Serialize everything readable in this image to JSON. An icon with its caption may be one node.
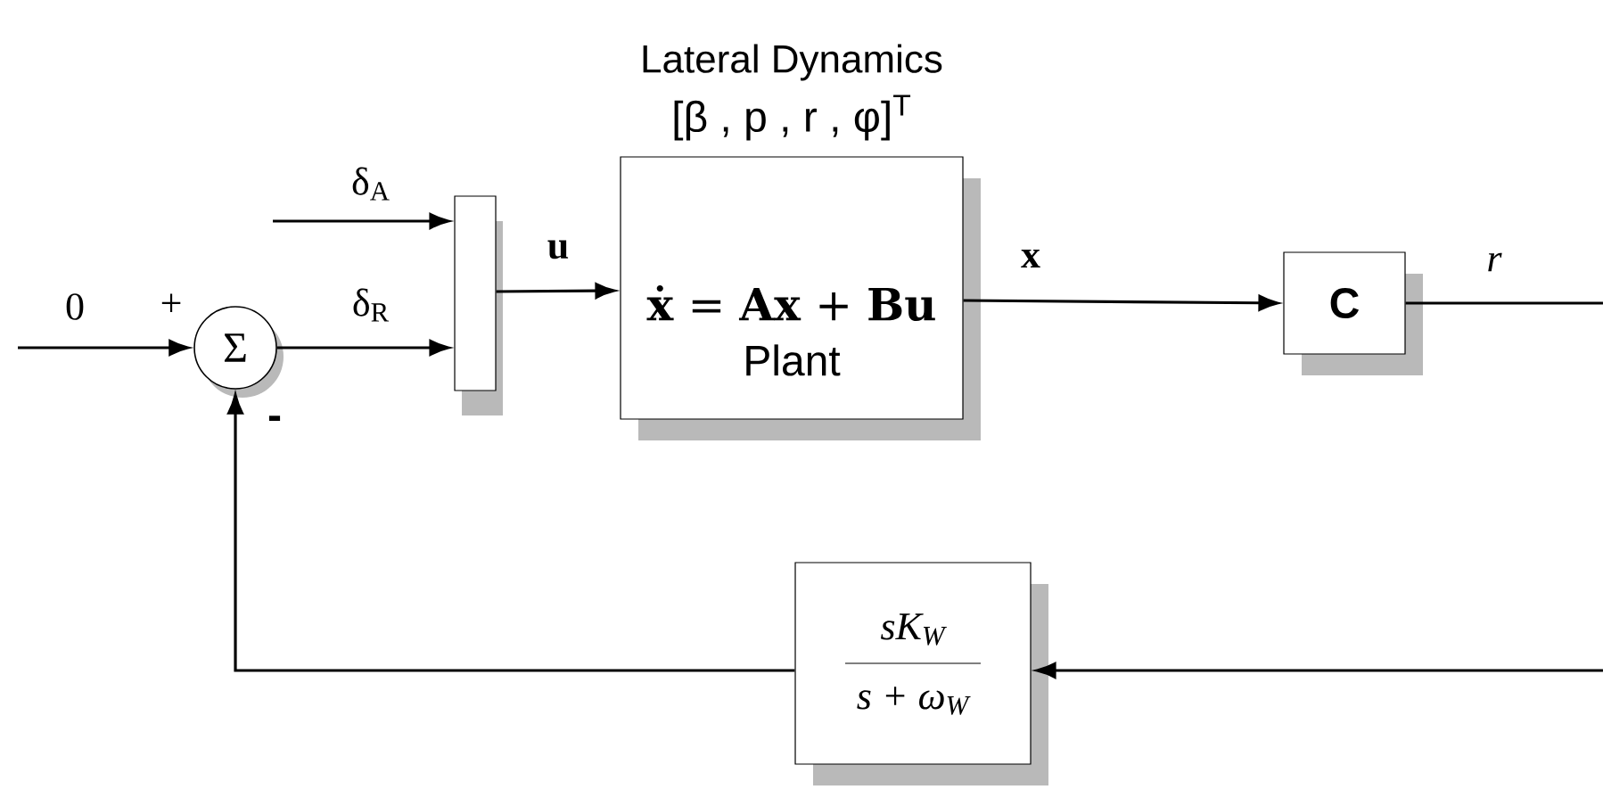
{
  "diagram": {
    "nodes": [
      {
        "text": [
          "Σ"
        ],
        "beside": [
          "+",
          "-"
        ]
      },
      {
        "text": [],
        "shape": "bar"
      },
      {
        "text": [
          "Lateral Dynamics",
          "[β , p , r , φ]$^{T}$",
          "**ẋ** = **Ax** + **Bu**",
          "Plant"
        ]
      },
      {
        "text": [
          "C"
        ]
      },
      {
        "text": [
          "sK$_{W}$",
          "s + ω$_{W}$"
        ]
      }
    ],
    "edges": [
      {
        "from": null,
        "to": 0,
        "arrow": "to",
        "label": "0"
      },
      {
        "from": null,
        "to": 1,
        "arrow": "to",
        "label": "δ$_{A}$"
      },
      {
        "from": 0,
        "to": 1,
        "arrow": "to",
        "label": "δ$_{R}$"
      },
      {
        "from": 1,
        "to": 2,
        "arrow": "to",
        "label": "u"
      },
      {
        "from": 2,
        "to": 3,
        "arrow": "to",
        "label": "x"
      },
      {
        "from": 3,
        "to": null,
        "arrow": "none",
        "label": "r"
      },
      {
        "from": null,
        "to": 4,
        "arrow": "to"
      },
      {
        "from": 4,
        "to": 0,
        "arrow": "to"
      }
    ]
  }
}
